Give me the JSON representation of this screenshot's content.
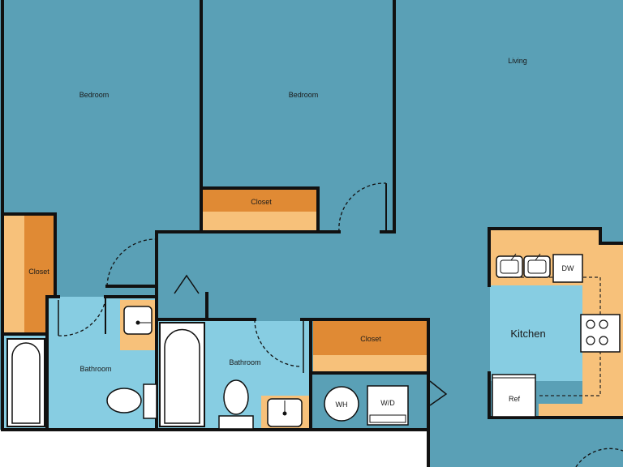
{
  "colors": {
    "main_room": "#5aa0b6",
    "bath_room": "#87cde2",
    "closet_dark": "#e08a34",
    "closet_light": "#f7c17a",
    "wall": "#111111",
    "fixture": "#ffffff"
  },
  "rooms": {
    "bedroom_left": "Bedroom",
    "bedroom_center": "Bedroom",
    "living": "Living",
    "kitchen": "Kitchen",
    "bathroom_left": "Bathroom",
    "bathroom_center": "Bathroom"
  },
  "closets": {
    "closet_center_bedroom": "Closet",
    "closet_left": "Closet",
    "closet_hall": "Closet"
  },
  "fixtures": {
    "dishwasher": "DW",
    "refrigerator": "Ref",
    "water_heater": "WH",
    "washer_dryer": "W/D"
  },
  "icons": {
    "tub": "bathtub-icon",
    "toilet": "toilet-icon",
    "sink": "sink-icon",
    "stove": "stove-icon",
    "door": "door-swing-icon"
  }
}
